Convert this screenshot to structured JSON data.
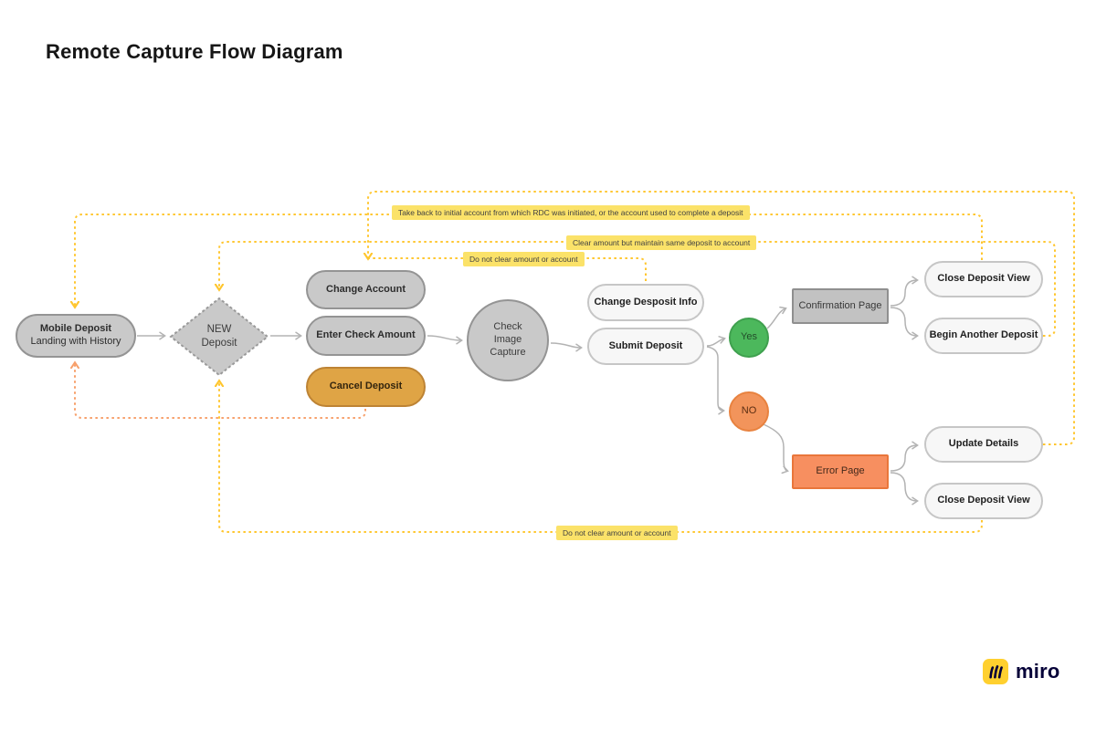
{
  "title": "Remote Capture Flow Diagram",
  "brand": {
    "name": "miro",
    "badge_color": "#ffd02f",
    "mark_color": "#050038"
  },
  "palette": {
    "node_gray": "#c9c9c9",
    "node_gray_border": "#949494",
    "node_white": "#f7f7f7",
    "amber": "#dfa445",
    "green": "#4cb85c",
    "orange_circle": "#f2945b",
    "orange_rect": "#f78f60",
    "wire_gray": "#b3b3b3",
    "wire_yellow": "#ffc62e",
    "wire_orange": "#f7a06b",
    "label_yellow": "#fbe269"
  },
  "nodes": {
    "mobile_deposit": {
      "line1": "Mobile Deposit",
      "line2": "Landing with History"
    },
    "new_deposit": {
      "line1": "NEW",
      "line2": "Deposit"
    },
    "change_account": {
      "label": "Change Account"
    },
    "enter_check_amount": {
      "label": "Enter Check Amount"
    },
    "cancel_deposit": {
      "label": "Cancel Deposit"
    },
    "check_image_capture": {
      "label": "Check Image Capture"
    },
    "change_desposit_info": {
      "label": "Change Desposit Info"
    },
    "submit_deposit": {
      "label": "Submit Deposit"
    },
    "yes": {
      "label": "Yes"
    },
    "no": {
      "label": "NO"
    },
    "confirmation_page": {
      "label": "Confirmation Page"
    },
    "close_deposit_view_top": {
      "label": "Close Deposit View"
    },
    "begin_another_deposit": {
      "label": "Begin Another Deposit"
    },
    "error_page": {
      "label": "Error Page"
    },
    "update_details": {
      "label": "Update Details"
    },
    "close_deposit_view_bottom": {
      "label": "Close Deposit View"
    }
  },
  "edge_labels": {
    "take_back": "Take back to initial account from which RDC was initiated, or the account used to complete a deposit",
    "clear_amount": "Clear amount but maintain same deposit to account",
    "do_not_clear_top": "Do not clear amount or account",
    "do_not_clear_bottom": "Do not clear amount or account"
  }
}
